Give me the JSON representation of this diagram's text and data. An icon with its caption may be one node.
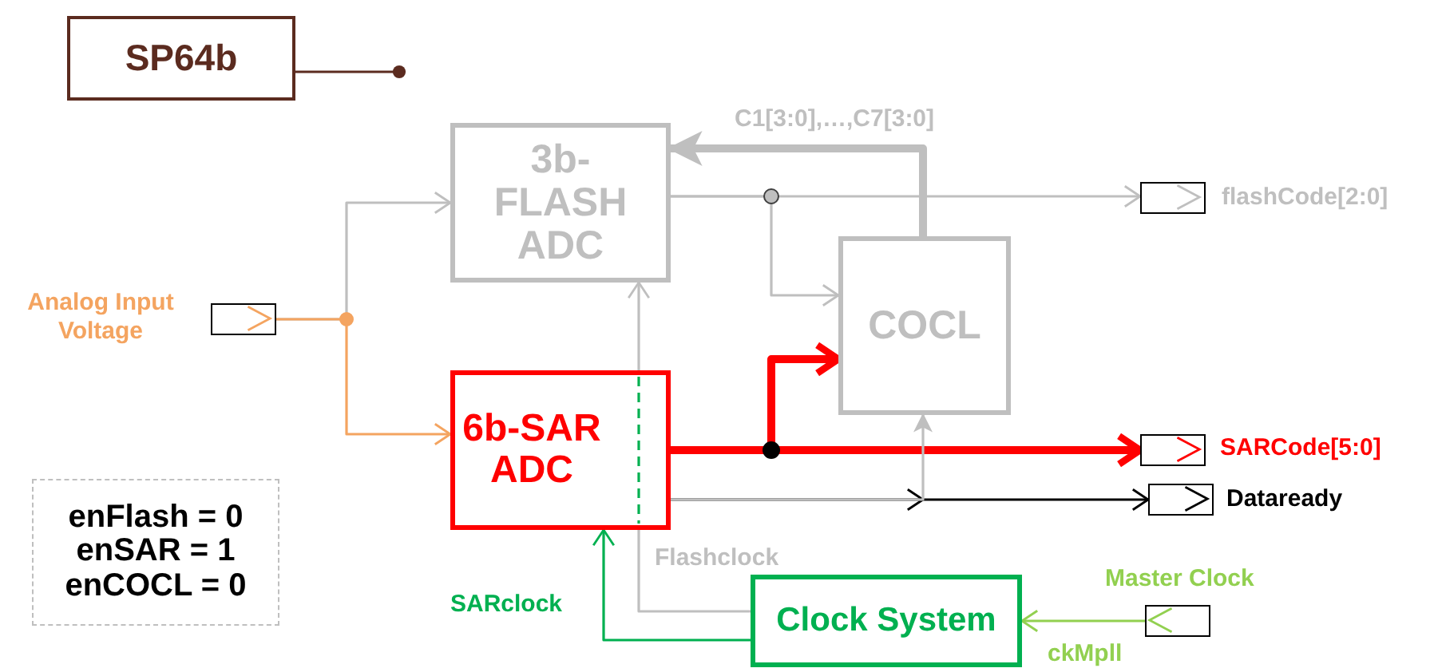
{
  "diagram": {
    "nodes": [
      {
        "text": [
          "SP64b"
        ]
      },
      {
        "text": [
          "3b-FLASH ADC"
        ]
      },
      {
        "text": [
          "COCL"
        ]
      },
      {
        "text": [
          "6b-SAR ADC"
        ]
      },
      {
        "text": [
          "Clock System"
        ]
      },
      {
        "text": [],
        "shape": "box",
        "beside": [
          "Analog Input Voltage"
        ]
      },
      {
        "text": [],
        "shape": "box",
        "beside": [
          "flashCode[2:0]"
        ]
      },
      {
        "text": [],
        "shape": "box",
        "beside": [
          "SARCode[5:0]"
        ]
      },
      {
        "text": [],
        "shape": "box",
        "beside": [
          "Dataready"
        ]
      },
      {
        "text": [],
        "shape": "box",
        "beside": [
          "Master Clock"
        ]
      },
      {
        "text": [
          "enFlash = 0",
          "enSAR = 1",
          "enCOCL = 0"
        ]
      }
    ],
    "edges": [
      {
        "from": 0,
        "to": null,
        "arrow": "other",
        "color": "#5b2b1f"
      },
      {
        "from": 5,
        "to": 1,
        "arrow": "to"
      },
      {
        "from": 5,
        "to": 3,
        "arrow": "to",
        "color": "#f4a460"
      },
      {
        "from": 2,
        "to": 1,
        "arrow": "to",
        "label": "C1[3:0],…,C7[3:0]",
        "style": "thick"
      },
      {
        "from": 1,
        "to": 6,
        "arrow": "to"
      },
      {
        "from": 1,
        "to": 2,
        "arrow": "to"
      },
      {
        "from": 3,
        "to": 7,
        "arrow": "to",
        "style": "thick",
        "color": "#ff0000"
      },
      {
        "from": 3,
        "to": 2,
        "arrow": "to",
        "style": "thick",
        "color": "#ff0000"
      },
      {
        "from": 3,
        "to": 8,
        "arrow": "to",
        "color": "#000000"
      },
      {
        "from": 3,
        "to": 2,
        "arrow": "to"
      },
      {
        "from": 4,
        "to": 3,
        "arrow": "none",
        "label": "Flashclock"
      },
      {
        "from": 3,
        "to": 1,
        "arrow": "to"
      },
      {
        "from": 4,
        "to": 3,
        "arrow": "to",
        "label": "SARclock",
        "color": "#00b050"
      },
      {
        "from": 9,
        "to": 4,
        "arrow": "to",
        "label": "ckMpll",
        "color": "#92d050"
      }
    ]
  }
}
